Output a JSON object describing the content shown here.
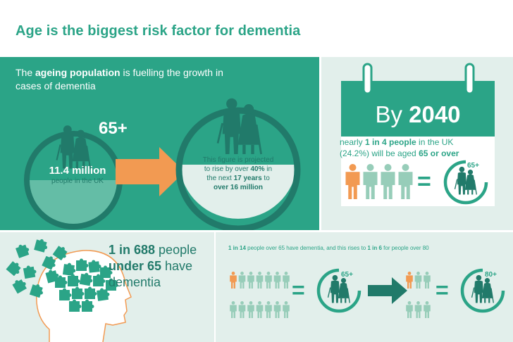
{
  "page": {
    "title": "Age is the biggest risk factor for dementia"
  },
  "ageing_panel": {
    "intro_pre": "The ",
    "intro_bold": "ageing population",
    "intro_post": " is fuelling the growth in cases of dementia",
    "age_label": "65+",
    "current_value": "11.4 million",
    "current_caption": "people in the UK",
    "projection_line1": "This figure is projected",
    "projection_line2_pre": "to rise by over ",
    "projection_line2_bold": "40%",
    "projection_line2_post": " in",
    "projection_line3_pre": "the next ",
    "projection_line3_bold": "17 years",
    "projection_line3_post": " to",
    "projection_line4_bold": "over 16 million"
  },
  "forecast_panel": {
    "by_word": "By",
    "year": "2040",
    "stat_pre": "nearly ",
    "stat_bold1": "1 in 4 people",
    "stat_mid": " in the UK",
    "stat_line2_pre": "(24.2%) will be aged ",
    "stat_bold2": "65 or over",
    "ratio": {
      "highlighted": 1,
      "total": 4
    },
    "circle_label": "65+",
    "equals_sign": "="
  },
  "under65_panel": {
    "ratio_bold": "1 in 688",
    "ratio_post": " people",
    "line2_bold": "under 65",
    "line2_post": " have",
    "line3": "dementia"
  },
  "over65_panel": {
    "s_bold1": "1 in 14",
    "s_text1": " people over 65 have dementia, and this rises to ",
    "s_bold2": "1 in 6",
    "s_text2": " for people over 80",
    "group1": {
      "highlighted": 1,
      "total": 14
    },
    "group2": {
      "highlighted": 1,
      "total": 6
    },
    "circle1_label": "65+",
    "circle2_label": "80+",
    "equals_sign": "="
  },
  "colors": {
    "brand_green": "#2ba487",
    "dark_green": "#217a6a",
    "light_mint": "#e2efeb",
    "figure_mint": "#97cdb9",
    "accent_orange": "#f29a52"
  },
  "icons": [
    "elderly-couple-icon",
    "arrow-right-icon",
    "calendar-icon",
    "person-icon",
    "head-puzzle-icon",
    "puzzle-piece-icon"
  ]
}
